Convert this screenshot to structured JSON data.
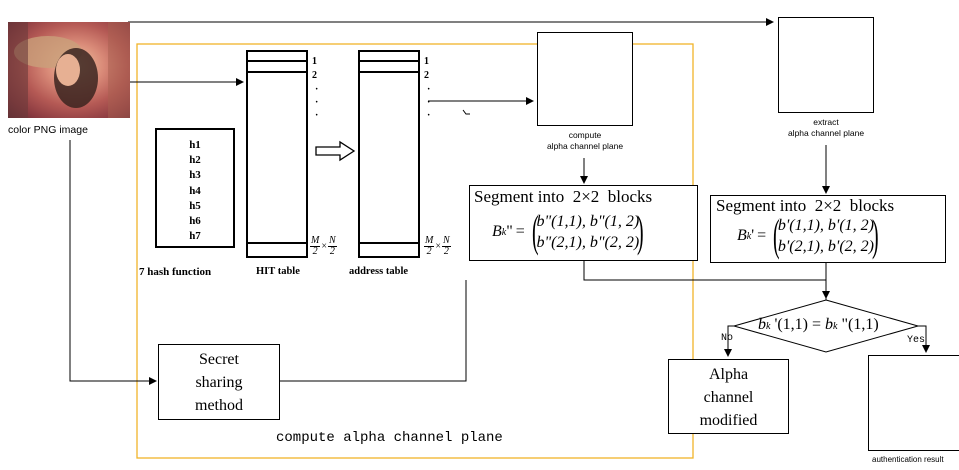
{
  "image": {
    "caption": "color PNG image"
  },
  "hash_functions": {
    "items": [
      "h1",
      "h2",
      "h3",
      "h4",
      "h5",
      "h6",
      "h7"
    ],
    "caption": "7 hash function"
  },
  "hit_table": {
    "caption": "HIT table",
    "ticks": [
      "1",
      "2",
      "·",
      "·",
      "·"
    ],
    "last_tick": {
      "num1": "M",
      "den1": "2",
      "times": "×",
      "num2": "N",
      "den2": "2"
    }
  },
  "address_table": {
    "caption": "address table",
    "ticks": [
      "1",
      "2",
      "·",
      "·",
      "·"
    ],
    "last_tick": {
      "num1": "M",
      "den1": "2",
      "times": "×",
      "num2": "N",
      "den2": "2"
    }
  },
  "compute_plane": {
    "caption_line1": "compute",
    "caption_line2": "alpha channel plane"
  },
  "extract_plane": {
    "caption_line1": "extract",
    "caption_line2": "alpha channel plane"
  },
  "segment_left": {
    "title": "Segment into  2×2  blocks",
    "lhs": "B",
    "lhs_sub": "k",
    "lhs_mark": "\"",
    "row1": "b\"(1,1), b\"(1, 2)",
    "row2": "b\"(2,1), b\"(2, 2)"
  },
  "segment_right": {
    "title": "Segment into  2×2  blocks",
    "lhs": "B",
    "lhs_sub": "k",
    "lhs_mark": "'",
    "row1": "b'(1,1), b'(1, 2)",
    "row2": "b'(2,1), b'(2, 2)"
  },
  "decision": {
    "lhs": "b",
    "lhs_sub": "k",
    "lhs_rest": " '(1,1) = ",
    "rhs": "b",
    "rhs_sub": "k",
    "rhs_rest": " \"(1,1)",
    "no_label": "No",
    "yes_label": "Yes"
  },
  "secret_sharing": {
    "line1": "Secret",
    "line2": "sharing",
    "line3": "method"
  },
  "region_label": "compute alpha channel plane",
  "alpha_modified": {
    "line1": "Alpha",
    "line2": "channel",
    "line3": "modified"
  },
  "auth_result": {
    "caption": "authentication result"
  },
  "colors": {
    "region_border": "#f0b429",
    "stroke": "#000000"
  }
}
